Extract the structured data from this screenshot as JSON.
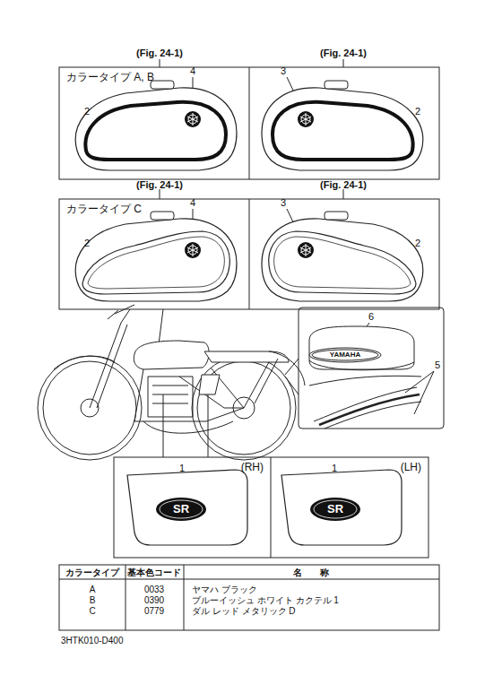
{
  "diagram": {
    "nodes": [
      {
        "text": [
          "(Fig. 24-1)",
          "カラータイプ A, B"
        ]
      },
      {
        "text": [
          "(Fig. 24-1)"
        ]
      },
      {
        "text": [
          "(Fig. 24-1)",
          "カラータイプ C"
        ]
      },
      {
        "text": [
          "(Fig. 24-1)"
        ]
      },
      {
        "text": [
          "(RH)"
        ]
      },
      {
        "text": [
          "(LH)"
        ]
      }
    ],
    "labels": [
      "4",
      "2",
      "3",
      "2",
      "4",
      "2",
      "3",
      "2",
      "6",
      "YAMAHA",
      "5",
      "1",
      "SR",
      "1",
      "SR",
      "カラータイプ",
      "基本色コード",
      "名　　称",
      "A",
      "0033",
      "ヤマハ ブラック",
      "B",
      "0390",
      "ブルーイッシュ ホワイト カクテル 1",
      "C",
      "0779",
      "ダル レッド メタリック D",
      "3HTK010-D400"
    ]
  }
}
